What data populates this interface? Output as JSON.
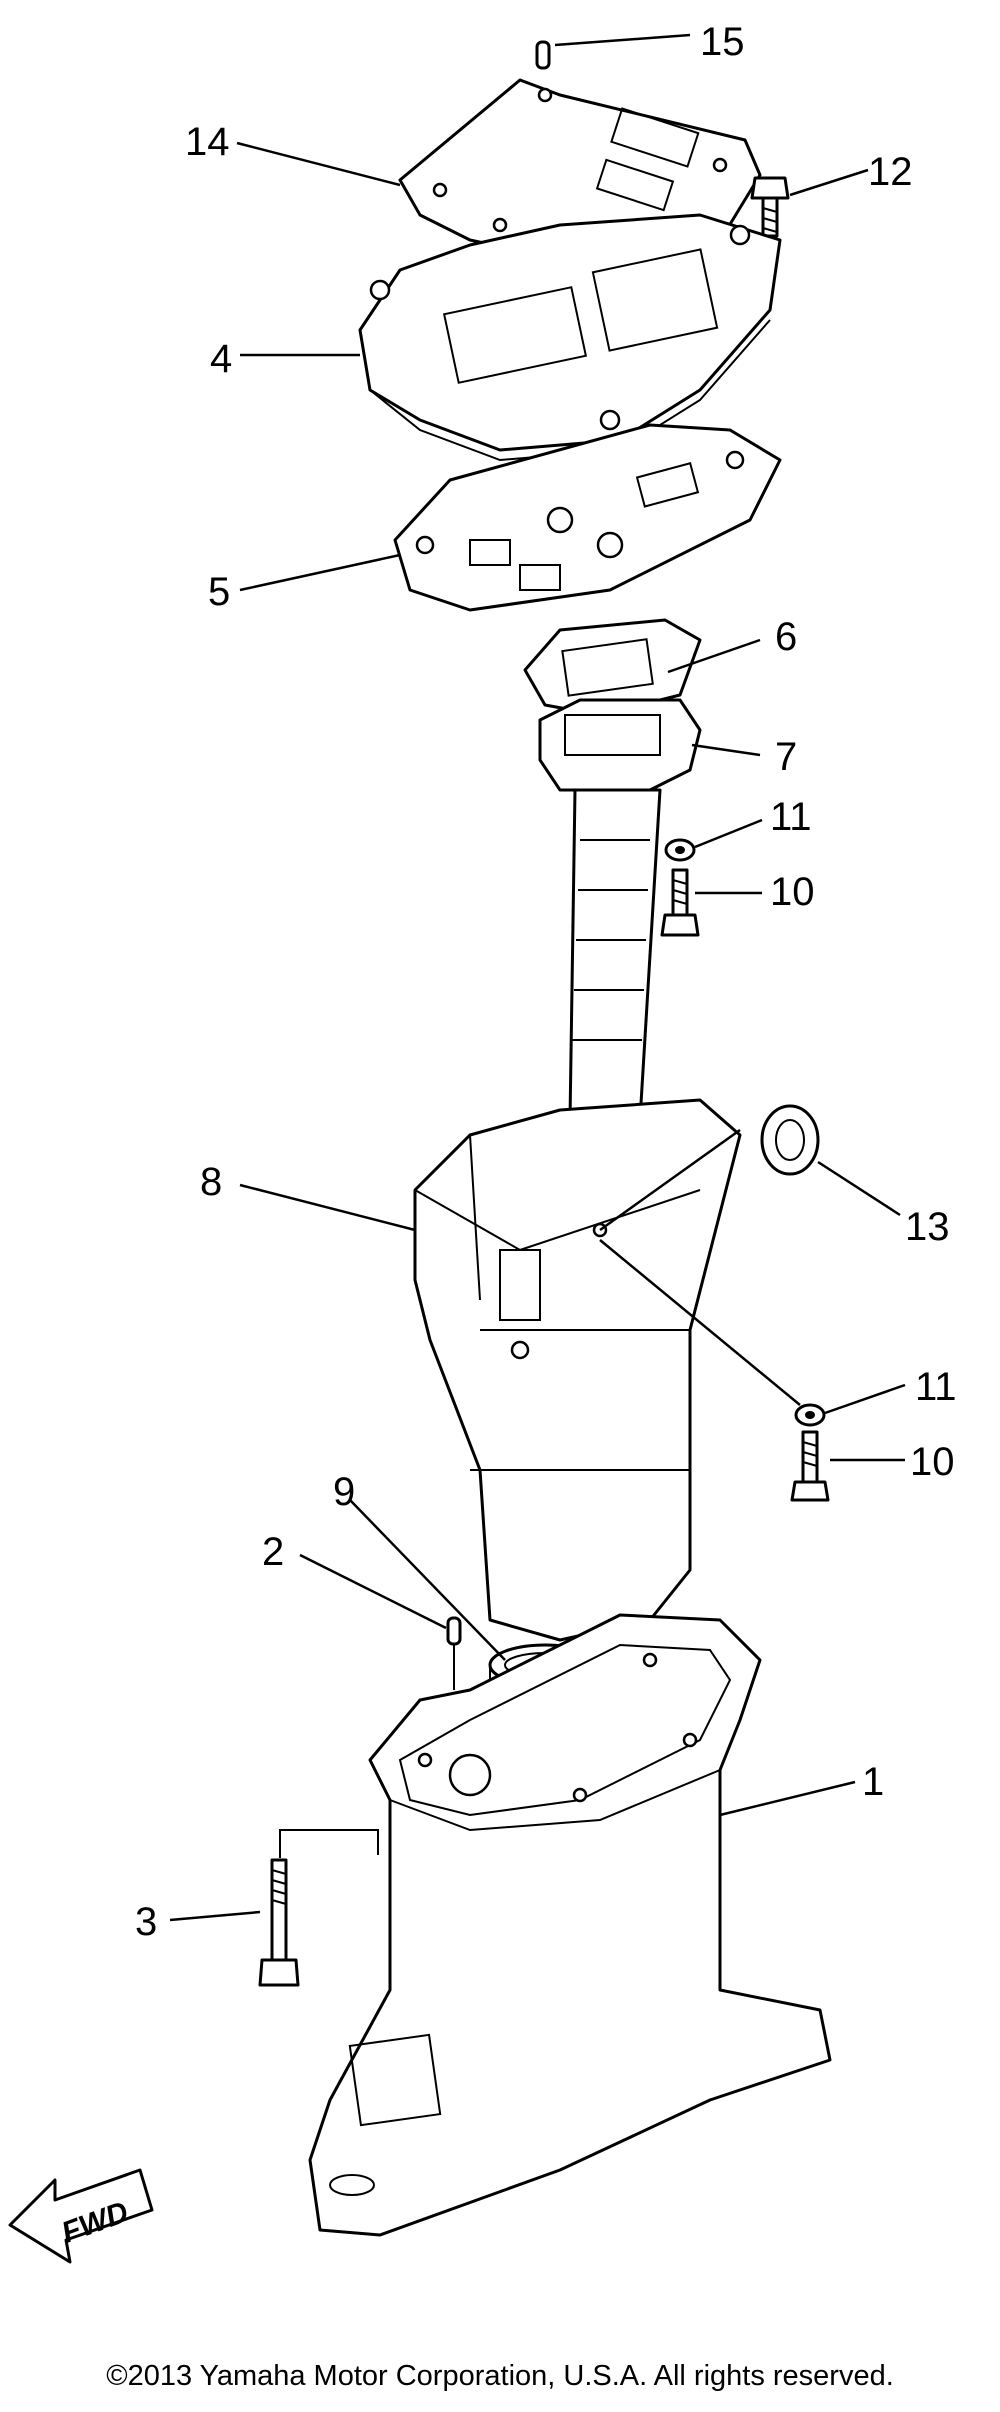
{
  "callouts": [
    {
      "id": "15",
      "label": "15"
    },
    {
      "id": "14",
      "label": "14"
    },
    {
      "id": "12",
      "label": "12"
    },
    {
      "id": "4",
      "label": "4"
    },
    {
      "id": "5",
      "label": "5"
    },
    {
      "id": "6",
      "label": "6"
    },
    {
      "id": "7",
      "label": "7"
    },
    {
      "id": "11a",
      "label": "11"
    },
    {
      "id": "10a",
      "label": "10"
    },
    {
      "id": "8",
      "label": "8"
    },
    {
      "id": "13",
      "label": "13"
    },
    {
      "id": "11b",
      "label": "11"
    },
    {
      "id": "10b",
      "label": "10"
    },
    {
      "id": "9",
      "label": "9"
    },
    {
      "id": "2",
      "label": "2"
    },
    {
      "id": "1",
      "label": "1"
    },
    {
      "id": "3",
      "label": "3"
    }
  ],
  "direction_badge": "FWD",
  "copyright": "©2013 Yamaha Motor Corporation, U.S.A. All rights reserved."
}
